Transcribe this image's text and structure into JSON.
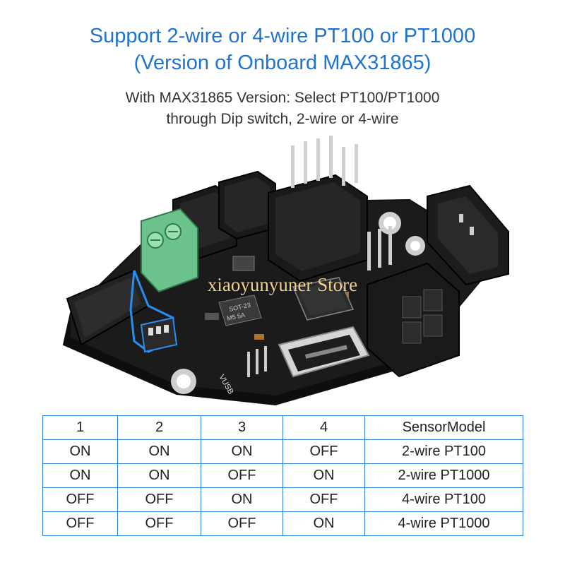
{
  "heading": {
    "line1": "Support 2-wire or 4-wire PT100 or PT1000",
    "line2": "(Version of Onboard MAX31865)"
  },
  "description": {
    "line1": "With MAX31865 Version: Select PT100/PT1000",
    "line2": "through Dip switch, 2-wire or 4-wire"
  },
  "watermark": "xiaoyunyuner Store",
  "board_labels": {
    "chip": "SOT-23",
    "chip2": "M5 5A",
    "vusb": "VUSB"
  },
  "colors": {
    "heading": "#1f73cf",
    "table_border": "#2a7fd4",
    "pcb": "#1b1b1b",
    "terminal": "#6bc28a",
    "highlight": "#2a8ef0"
  },
  "table": {
    "headers": [
      "1",
      "2",
      "3",
      "4",
      "SensorModel"
    ],
    "rows": [
      [
        "ON",
        "ON",
        "ON",
        "OFF",
        "2-wire PT100"
      ],
      [
        "ON",
        "ON",
        "OFF",
        "ON",
        "2-wire PT1000"
      ],
      [
        "OFF",
        "OFF",
        "ON",
        "OFF",
        "4-wire PT100"
      ],
      [
        "OFF",
        "OFF",
        "OFF",
        "ON",
        "4-wire PT1000"
      ]
    ]
  }
}
